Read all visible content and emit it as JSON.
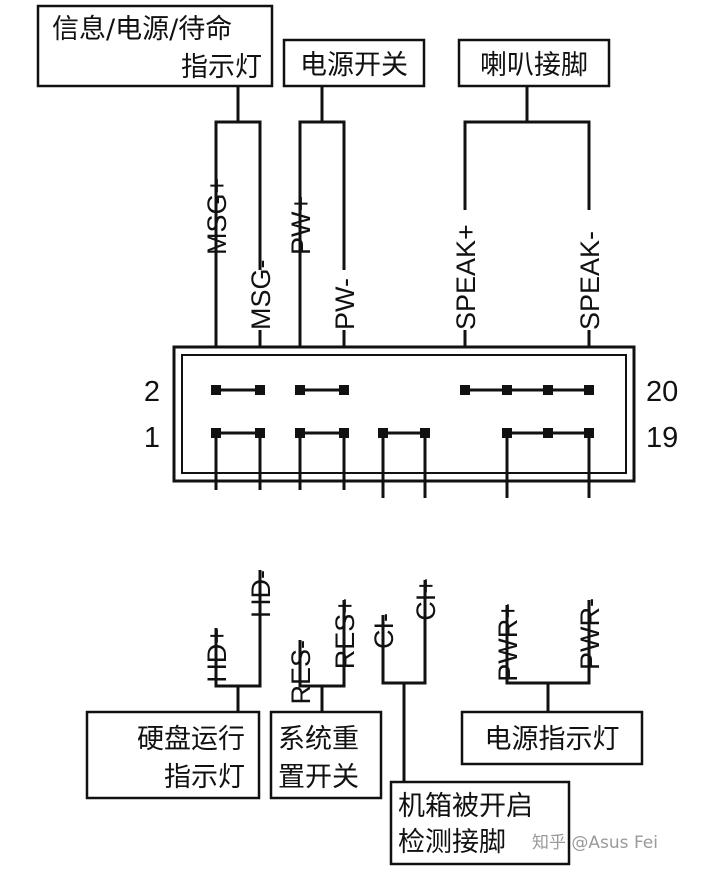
{
  "diagram": {
    "top_boxes": {
      "status_led": {
        "line1": "信息/电源/待命",
        "line2": "指示灯"
      },
      "power_switch": "电源开关",
      "speaker": "喇叭接脚"
    },
    "bottom_boxes": {
      "hdd_led": {
        "line1": "硬盘运行",
        "line2": "指示灯"
      },
      "reset": {
        "line1": "系统重",
        "line2": "置开关"
      },
      "chassis": {
        "line1": "机箱被开启",
        "line2": "检测接脚"
      },
      "power_led": "电源指示灯"
    },
    "top_pins": [
      "MSG+",
      "MSG-",
      "PW+",
      "PW-",
      "SPEAK+",
      "SPEAK-"
    ],
    "bottom_pins": [
      "HD+",
      "HD-",
      "RES-",
      "RES+",
      "CI-",
      "CI+",
      "PWR+",
      "PWR-"
    ],
    "pin_numbers": {
      "top_left": "2",
      "bottom_left": "1",
      "top_right": "20",
      "bottom_right": "19"
    },
    "watermark": "知乎 @Asus Fei"
  }
}
